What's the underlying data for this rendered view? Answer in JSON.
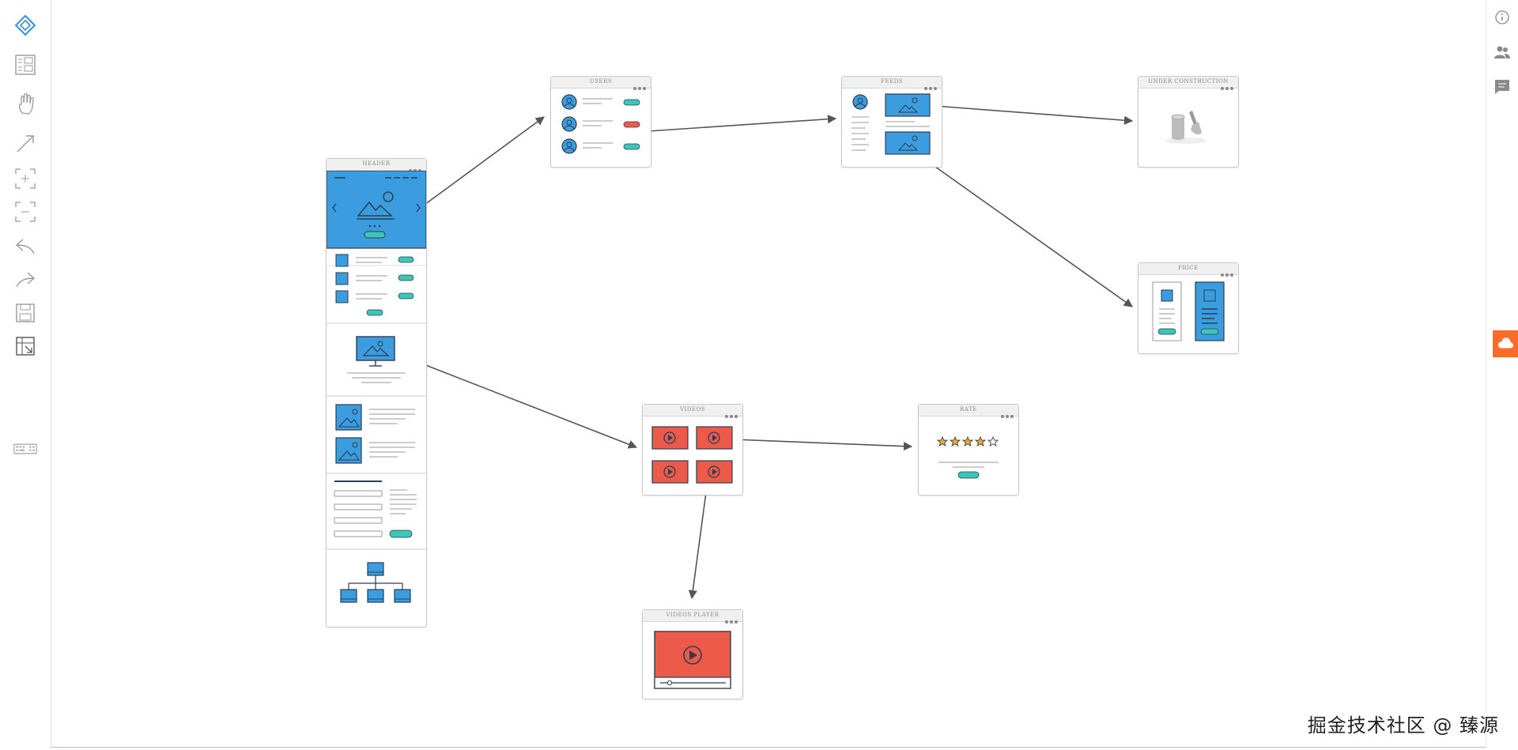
{
  "left_toolbar": {
    "tools": [
      "logo-icon",
      "wireframes-icon",
      "hand-icon",
      "arrow-icon",
      "zoom-in-icon",
      "zoom-out-icon",
      "undo-icon",
      "redo-icon",
      "save-icon",
      "fit-icon",
      "keyboard-icon"
    ]
  },
  "right_toolbar": {
    "tools": [
      "info-icon",
      "users-icon",
      "comment-icon",
      "cloud-icon"
    ],
    "accent": "#ff6a2b"
  },
  "cards": {
    "header": {
      "title": "HEADER"
    },
    "users": {
      "title": "USERS"
    },
    "feeds": {
      "title": "FEEDS"
    },
    "under_construction": {
      "title": "UNDER CONSTRUCTION"
    },
    "price": {
      "title": "PRICE"
    },
    "videos": {
      "title": "VIDEOS"
    },
    "rate": {
      "title": "RATE"
    },
    "videos_player": {
      "title": "VIDEOS PLAYER"
    }
  },
  "colors": {
    "blue": "#3498db",
    "teal": "#3cc6b8",
    "red": "#ee5a4a",
    "dark": "#2c3e50",
    "gray": "#c8c8c8"
  },
  "watermark": "掘金技术社区 @ 臻源"
}
